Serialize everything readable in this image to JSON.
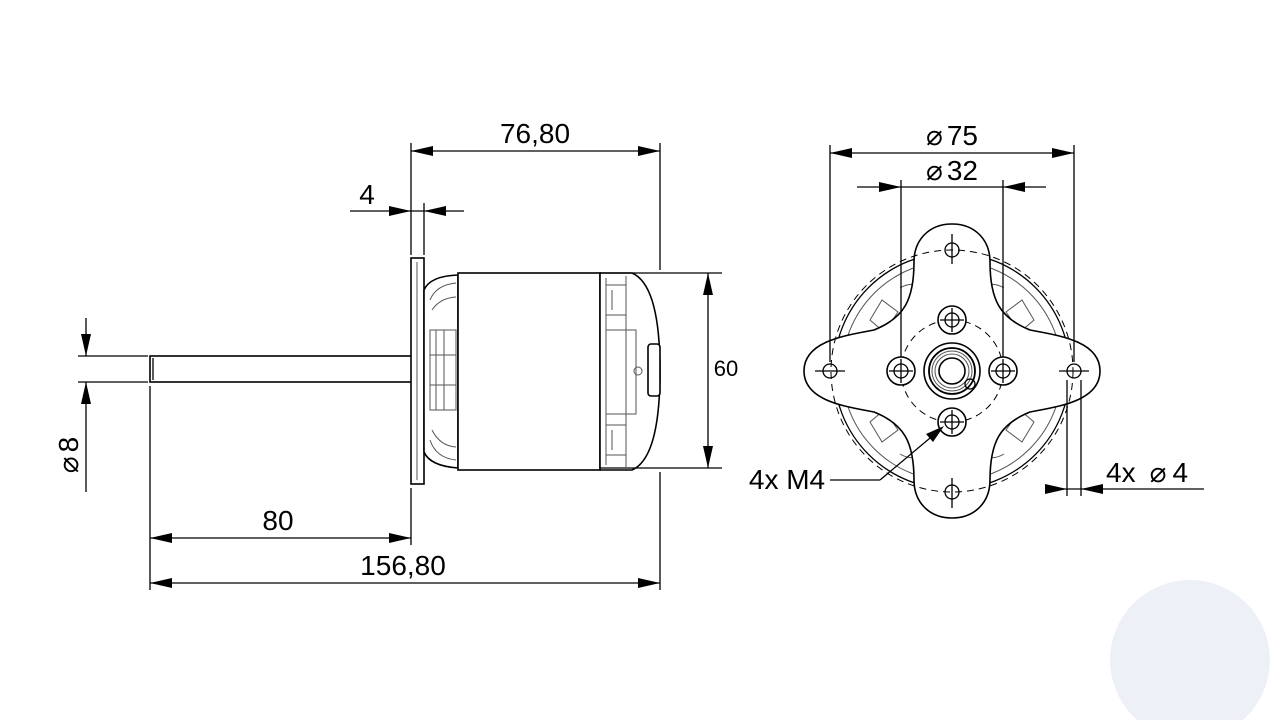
{
  "drawing": {
    "side_view": {
      "overall_length": "156,80",
      "shaft_length": "80",
      "motor_length": "76,80",
      "flange_thickness": "4",
      "shaft_diameter_symbol": "⌀",
      "shaft_diameter": "8",
      "body_diameter": "60"
    },
    "front_view": {
      "outer_bolt_circle_symbol": "⌀",
      "outer_bolt_circle": "75",
      "inner_bolt_circle_symbol": "⌀",
      "inner_bolt_circle": "32",
      "inner_holes_label": "4x M4",
      "outer_holes_count": "4x",
      "outer_holes_symbol": "⌀",
      "outer_holes_diameter": "4"
    }
  }
}
